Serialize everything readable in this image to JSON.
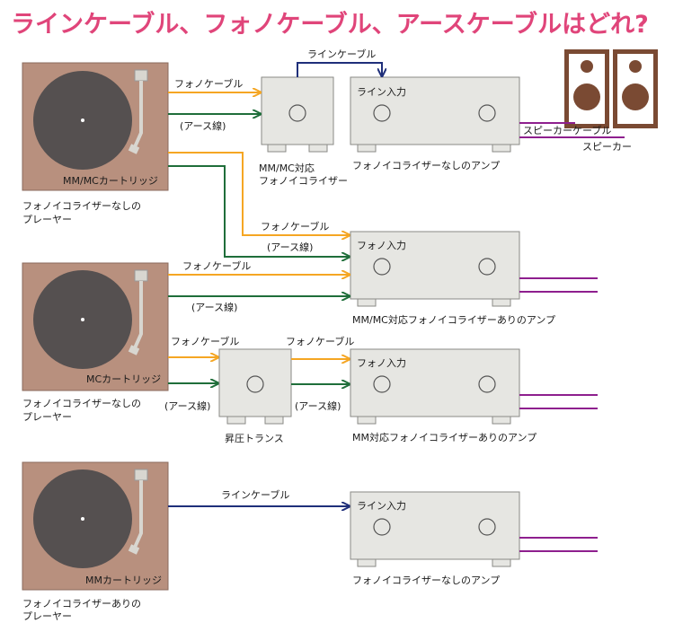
{
  "title": "ラインケーブル、フォノケーブル、アースケーブルはどれ?",
  "colors": {
    "title": "#e0457a",
    "phono_cable": "#f5a623",
    "earth_wire": "#1f6e3a",
    "line_cable": "#1f2f7a",
    "speaker_cable": "#8e1f8e",
    "turntable_body": "#b8907e",
    "platter": "#555050",
    "device": "#e6e6e2",
    "speaker_wood": "#7a4a33"
  },
  "icons": {
    "turntable": "turntable-icon",
    "device": "audio-device-icon",
    "speaker": "speaker-icon"
  },
  "labels": {
    "phono_cable": "フォノケーブル",
    "earth_wire": "(アース線)",
    "line_cable": "ラインケーブル",
    "speaker_cable": "スピーカーケーブル",
    "speaker": "スピーカー",
    "line_input": "ライン入力",
    "phono_input": "フォノ入力"
  },
  "row1": {
    "cartridge": "MM/MCカートリッジ",
    "player_line1": "フォノイコライザーなしの",
    "player_line2": "プレーヤー",
    "phono_eq_line1": "MM/MC対応",
    "phono_eq_line2": "フォノイコライザー",
    "amp_caption": "フォノイコライザーなしのアンプ"
  },
  "row2": {
    "cartridge": "MCカートリッジ",
    "player_line1": "フォノイコライザーなしの",
    "player_line2": "プレーヤー",
    "amp_caption": "MM/MC対応フォノイコライザーありのアンプ"
  },
  "row3": {
    "transformer": "昇圧トランス",
    "amp_caption": "MM対応フォノイコライザーありのアンプ"
  },
  "row4": {
    "cartridge": "MMカートリッジ",
    "player_line1": "フォノイコライザーありの",
    "player_line2": "プレーヤー",
    "amp_caption": "フォノイコライザーなしのアンプ"
  }
}
